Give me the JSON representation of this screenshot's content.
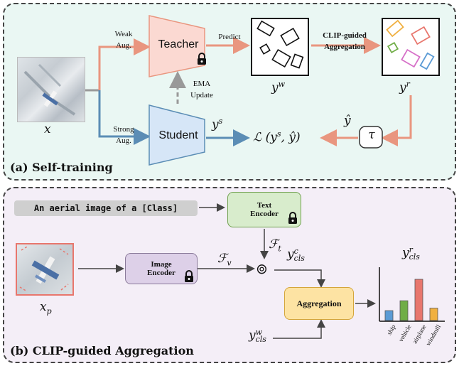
{
  "panel_a": {
    "title": "(a) Self-training",
    "input_label": "x",
    "weak_aug_label": "Weak\nAug.",
    "strong_aug_label": "Strong\nAug.",
    "teacher_label": "Teacher",
    "student_label": "Student",
    "predict_label": "Predict",
    "ema_label": "EMA\nUpdate",
    "clip_label": "CLIP-guided\nAggregation",
    "yw_label": "y",
    "yw_sup": "w",
    "yr_label": "y",
    "yr_sup": "r",
    "ys_label": "y",
    "ys_sup": "s",
    "yhat_label": "ŷ",
    "tau_label": "τ",
    "loss_label": "ℒ (y",
    "loss_sup": "s",
    "loss_tail": ", ŷ)"
  },
  "panel_b": {
    "title": "(b) CLIP-guided Aggregation",
    "prompt_text": "An aerial image of a [Class]",
    "text_encoder_label": "Text\nEncoder",
    "image_encoder_label": "Image\nEncoder",
    "aggregation_label": "Aggregation",
    "xp_label": "x",
    "xp_sub": "p",
    "fv_label": "ℱ",
    "fv_sub": "v",
    "ft_label": "ℱ",
    "ft_sub": "t",
    "ycls_c": "y",
    "ycls_c_sup": "c",
    "ycls_c_sub": "cls",
    "ycls_w": "y",
    "ycls_w_sup": "w",
    "ycls_w_sub": "cls",
    "ycls_r": "y",
    "ycls_r_sup": "r",
    "ycls_r_sub": "cls",
    "odot": "⊚"
  },
  "chart_data": {
    "type": "bar",
    "categories": [
      "ship",
      "vehicle",
      "airplane",
      "windmill"
    ],
    "values": [
      0.24,
      0.48,
      1.0,
      0.3
    ],
    "colors": [
      "#5b9bd5",
      "#70ad47",
      "#e8766d",
      "#f0b040"
    ],
    "ylim": [
      0,
      1
    ]
  },
  "colors": {
    "teacher_fill": "#fbd9d2",
    "student_fill": "#d6e6f7",
    "weak_arrow": "#e9967f",
    "strong_arrow": "#5b8db5",
    "text_encoder_fill": "#d8eccc",
    "image_encoder_fill": "#ddd0e8",
    "aggregation_fill": "#fde3a3"
  }
}
